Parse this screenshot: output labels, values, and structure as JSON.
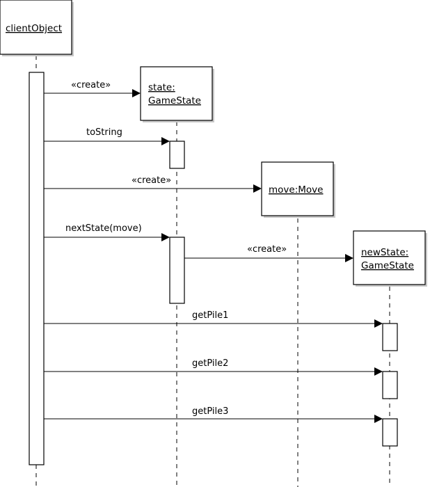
{
  "objects": {
    "client": {
      "name": "clientObject"
    },
    "state": {
      "name_line1": "state:",
      "name_line2": "GameState"
    },
    "move": {
      "name": "move:Move"
    },
    "newState": {
      "name_line1": "newState:",
      "name_line2": "GameState"
    }
  },
  "messages": [
    {
      "id": "create-state",
      "label": "«create»"
    },
    {
      "id": "to-string",
      "label": "toString"
    },
    {
      "id": "create-move",
      "label": "«create»"
    },
    {
      "id": "next-state",
      "label": "nextState(move)"
    },
    {
      "id": "create-newstate",
      "label": "«create»"
    },
    {
      "id": "get-pile1",
      "label": "getPile1"
    },
    {
      "id": "get-pile2",
      "label": "getPile2"
    },
    {
      "id": "get-pile3",
      "label": "getPile3"
    }
  ]
}
